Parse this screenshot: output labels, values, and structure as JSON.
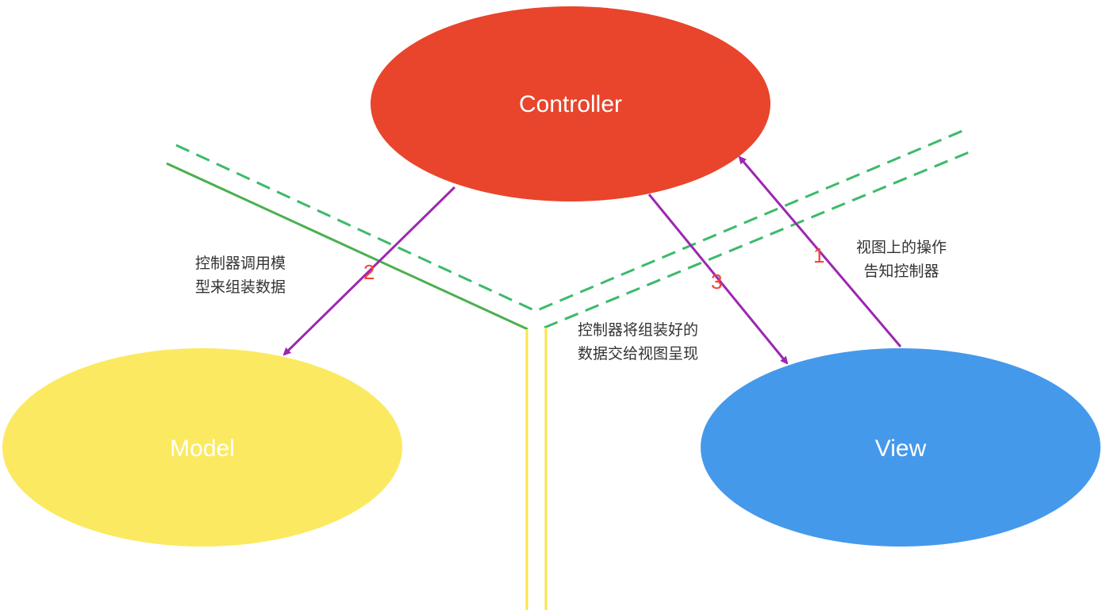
{
  "nodes": {
    "controller": {
      "label": "Controller",
      "color": "#e8452c"
    },
    "model": {
      "label": "Model",
      "color": "#fbe961"
    },
    "view": {
      "label": "View",
      "color": "#4599eb"
    }
  },
  "edges": [
    {
      "step": "2",
      "from": "Controller",
      "to": "Model",
      "lines": [
        "控制器调用模",
        "型来组装数据"
      ]
    },
    {
      "step": "3",
      "from": "Controller",
      "to": "View",
      "lines": [
        "控制器将组装好的",
        "数据交给视图呈现"
      ]
    },
    {
      "step": "1",
      "from": "View",
      "to": "Controller",
      "lines": [
        "视图上的操作",
        "告知控制器"
      ]
    }
  ],
  "colors": {
    "arrow": "#9c27b0",
    "divider_green": "#4caf50",
    "divider_dashed": "#3dba6b",
    "divider_yellow": "#fbe34a",
    "step_number": "#f44336"
  }
}
